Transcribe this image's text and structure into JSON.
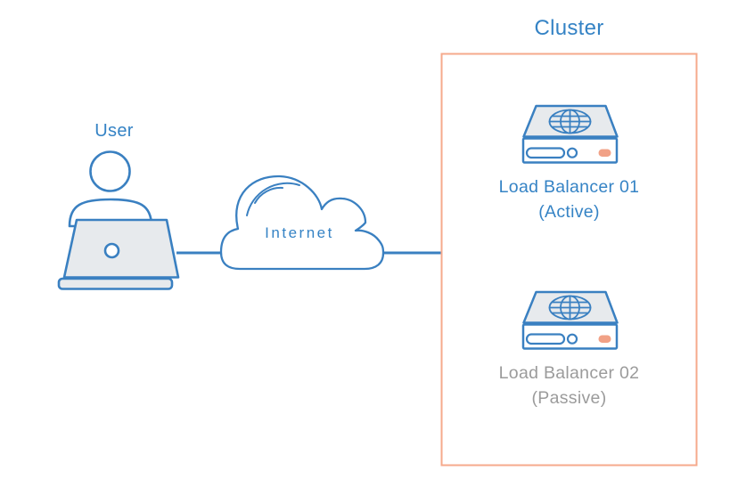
{
  "diagram": {
    "user": {
      "label": "User"
    },
    "internet": {
      "label": "Internet"
    },
    "cluster": {
      "title": "Cluster",
      "load_balancers": [
        {
          "name": "Load Balancer 01",
          "state": "(Active)",
          "label_color": "#3583c5"
        },
        {
          "name": "Load Balancer 02",
          "state": "(Passive)",
          "label_color": "#9b9b9b"
        }
      ]
    },
    "colors": {
      "stroke_blue": "#3a80c1",
      "text_blue": "#3583c5",
      "device_fill": "#e7eaed",
      "passive_text": "#9b9b9b",
      "cluster_border": "#f6aa8c",
      "led_orange": "#f1a186"
    }
  }
}
